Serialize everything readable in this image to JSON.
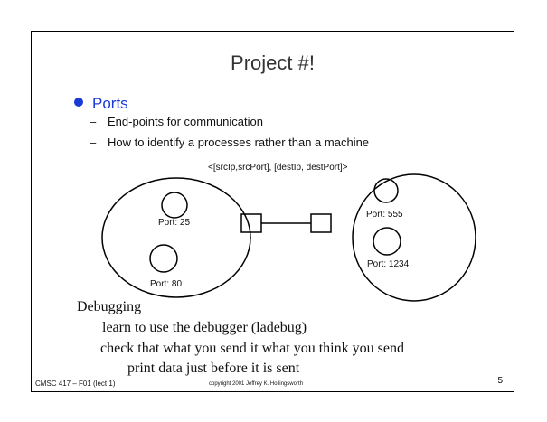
{
  "title": "Project #!",
  "bullet": {
    "label": "Ports",
    "color": "#1a3ad6",
    "items": [
      {
        "marker": "–",
        "text": "End-points for communication"
      },
      {
        "marker": "–",
        "text": "How to identify a processes rather than a machine"
      }
    ]
  },
  "diagram": {
    "tuple_label": "<[srcIp,srcPort], [destIp, destPort]>",
    "left_ports": [
      "Port: 25",
      "Port: 80"
    ],
    "right_ports": [
      "Port: 555",
      "Port: 1234"
    ]
  },
  "notes": {
    "heading": "Debugging",
    "lines": [
      "learn to use the debugger (ladebug)",
      "check that what you send it what you think you send",
      "print data just before it is sent"
    ]
  },
  "footer": {
    "course": "CMSC 417 – F01  (lect 1)",
    "copyright": "copyright 2001 Jeffrey K. Hollingsworth",
    "page_number": "5"
  }
}
